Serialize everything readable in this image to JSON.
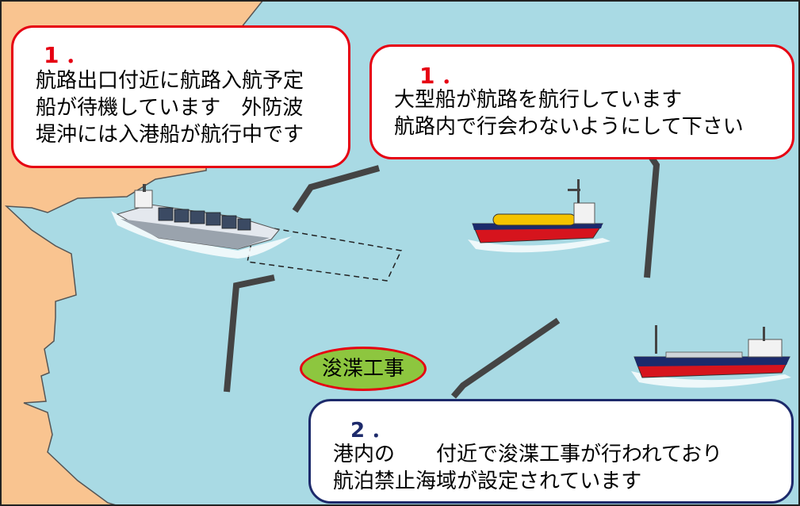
{
  "callouts": {
    "c1a": {
      "num": "1．",
      "lines": [
        "航路出口付近に航路入航予定",
        "船が待機しています　外防波",
        "堤沖には入港船が航行中です"
      ]
    },
    "c1b": {
      "num": "1．",
      "lines": [
        "大型船が航路を航行しています",
        "航路内で行会わないようにして下さい"
      ]
    },
    "c2": {
      "num": "2．",
      "lines": [
        "港内の　　付近で浚渫工事が行われており",
        "航泊禁止海域が設定されています"
      ]
    }
  },
  "badge": {
    "label": "浚渫工事"
  },
  "colors": {
    "sea": "#a9dae4",
    "land": "#f9c490",
    "breakwater": "#444444",
    "alert_border": "#e60012",
    "info_border": "#1d2a6b",
    "badge_fill": "#8dc63f"
  },
  "icons": [
    "container-ship-icon",
    "lng-tanker-icon",
    "cargo-ship-icon"
  ]
}
